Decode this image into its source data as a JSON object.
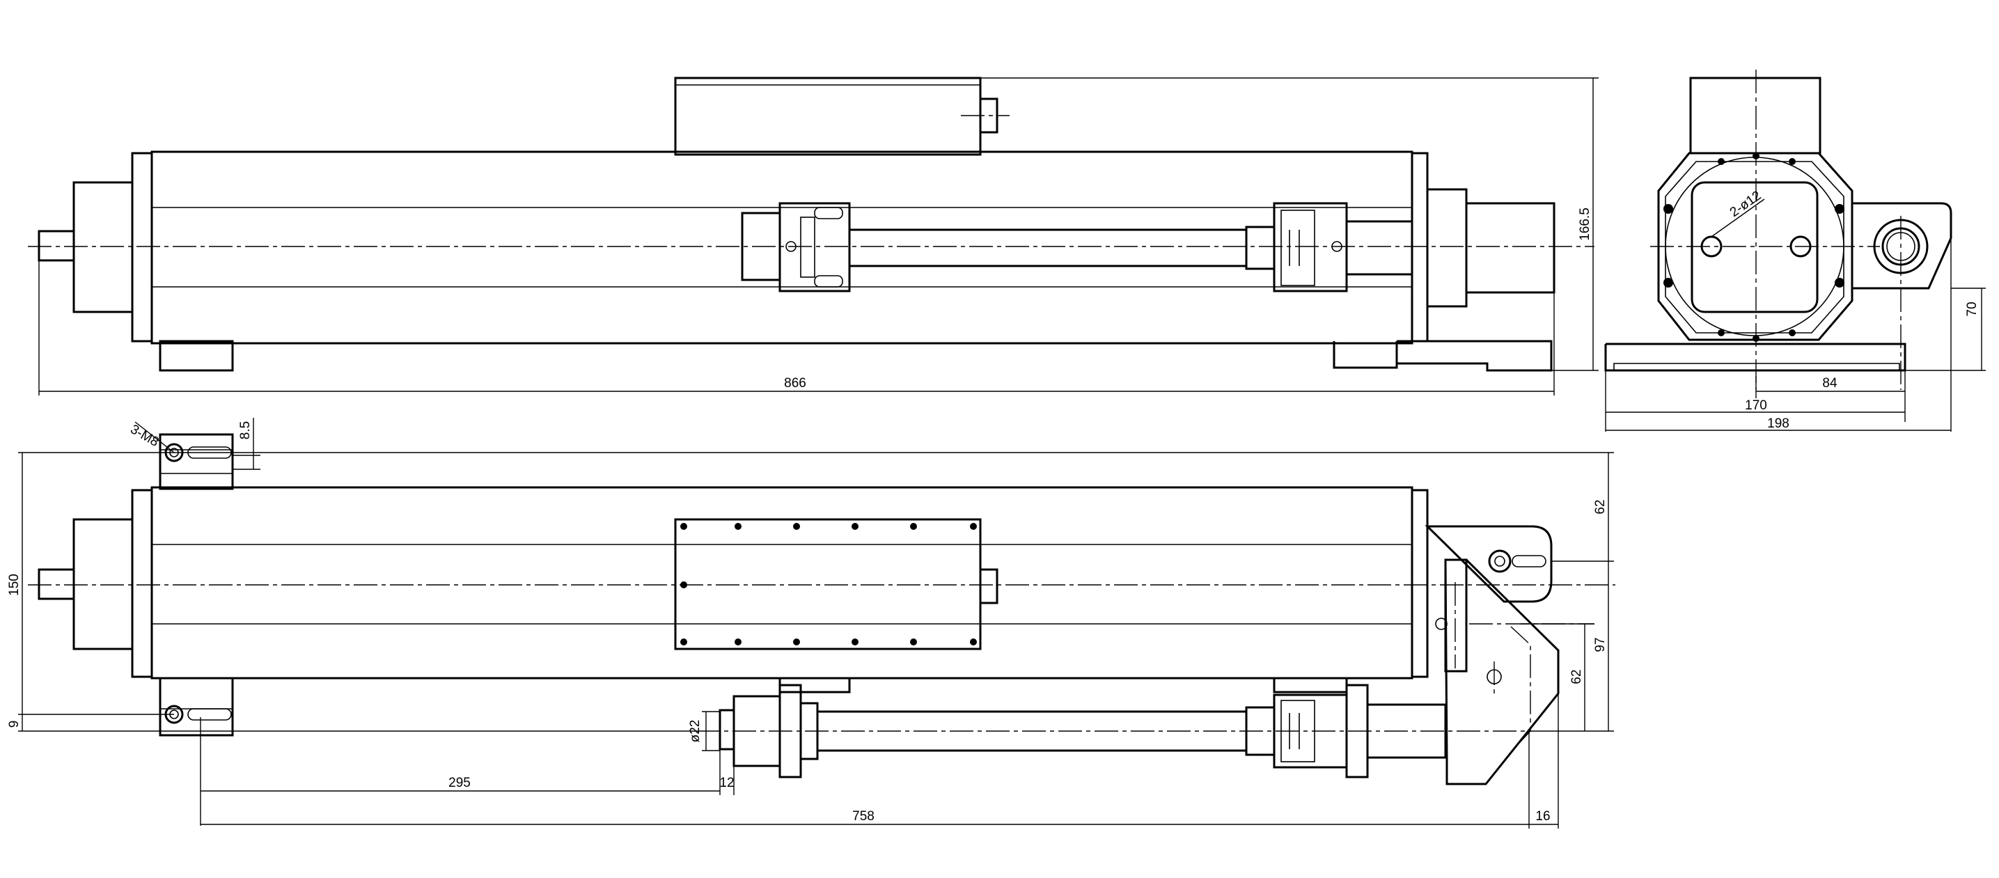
{
  "top_view": {
    "dims": {
      "length": "866",
      "height": "166.5"
    }
  },
  "end_view": {
    "dims": {
      "holes": "2-ø12",
      "offset_70": "70",
      "offset_84": "84",
      "base_170": "170",
      "base_198": "198"
    }
  },
  "front_view": {
    "dims": {
      "mount_holes": "3-M8",
      "slot": "8.5",
      "height_150": "150",
      "height_9": "9",
      "dist_295": "295",
      "width_12": "12",
      "rod_dia": "ø22",
      "dist_758": "758",
      "offset_16": "16",
      "bracket_62_top": "62",
      "bracket_97": "97",
      "bracket_62_side": "62"
    }
  }
}
